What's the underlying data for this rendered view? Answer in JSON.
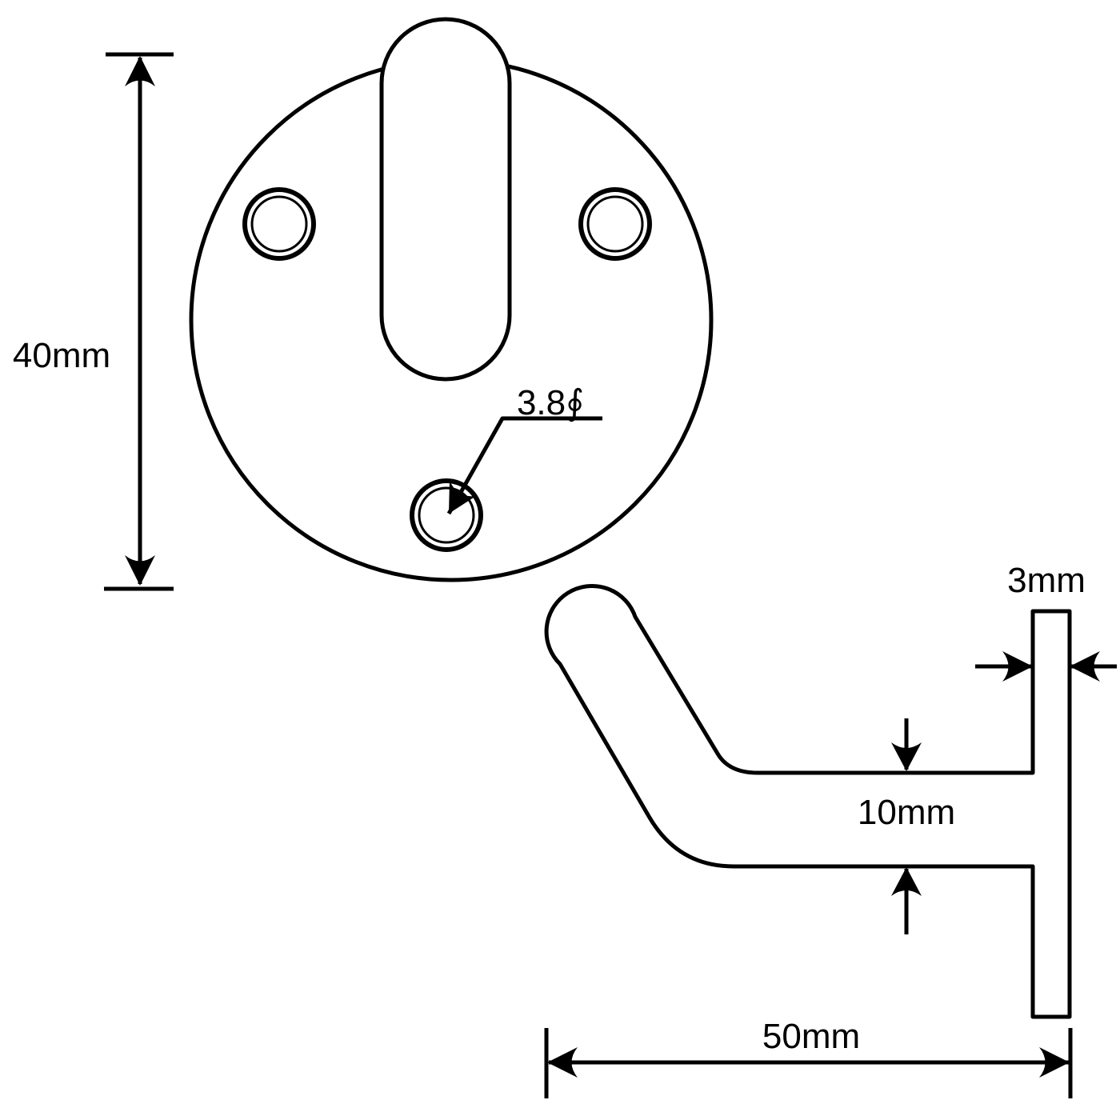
{
  "drawing": {
    "background_color": "#ffffff",
    "line_color": "#000000",
    "front_view": {
      "description_labels": {
        "diameter_label": "40mm",
        "hole_diameter_label": "3.8∮"
      }
    },
    "side_view": {
      "description_labels": {
        "plate_thickness_label": "3mm",
        "arm_thickness_label": "10mm",
        "depth_label": "50mm"
      }
    }
  }
}
